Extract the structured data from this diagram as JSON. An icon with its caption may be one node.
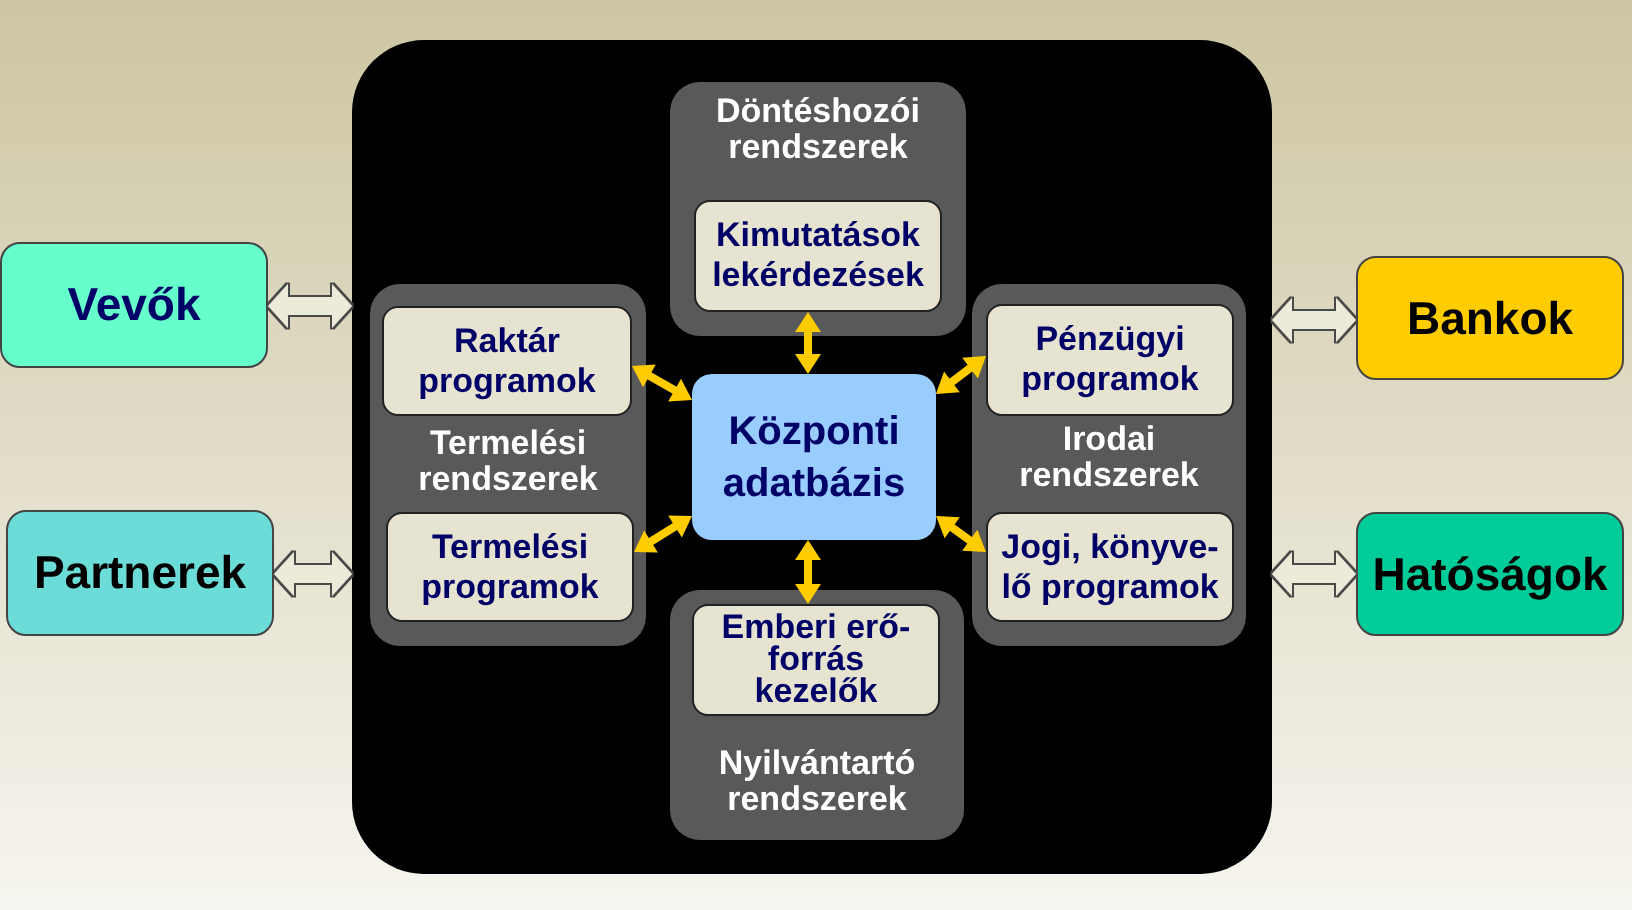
{
  "diagram": {
    "nodes": [
      {
        "text": [
          "Vevők"
        ]
      },
      {
        "text": [
          "Partnerek"
        ]
      },
      {
        "text": [],
        "shape": "box"
      },
      {
        "text": [
          "Döntéshozói rendszerek"
        ],
        "in": 2
      },
      {
        "text": [
          "Kimutatások lekérdezések"
        ],
        "in": 3
      },
      {
        "text": [
          "Termelési rendszerek"
        ],
        "in": 2
      },
      {
        "text": [
          "Raktár programok"
        ],
        "in": 5
      },
      {
        "text": [
          "Termelési programok"
        ],
        "in": 5
      },
      {
        "text": [
          "Irodai rendszerek"
        ],
        "in": 2
      },
      {
        "text": [
          "Pénzügyi programok"
        ],
        "in": 8
      },
      {
        "text": [
          "Jogi, könyve-lő programok"
        ],
        "in": 8
      },
      {
        "text": [
          "Nyilvántartó rendszerek"
        ],
        "in": 2
      },
      {
        "text": [
          "Emberi erő-forrás kezelők"
        ],
        "in": 11
      },
      {
        "text": [
          "Központi adatbázis"
        ],
        "in": 2
      },
      {
        "text": [
          "Bankok"
        ]
      },
      {
        "text": [
          "Hatóságok"
        ]
      }
    ],
    "edges": [
      {
        "from": 0,
        "to": 2,
        "arrow": "both",
        "style": "thick",
        "color": "#ecead9"
      },
      {
        "from": 1,
        "to": 2,
        "arrow": "both",
        "style": "thick",
        "color": "#ecead9"
      },
      {
        "from": 4,
        "to": 13,
        "arrow": "both"
      },
      {
        "from": 6,
        "to": 13,
        "arrow": "both"
      },
      {
        "from": 9,
        "to": 13,
        "arrow": "both"
      },
      {
        "from": 7,
        "to": 13,
        "arrow": "both"
      },
      {
        "from": 10,
        "to": 13,
        "arrow": "both"
      },
      {
        "from": 12,
        "to": 13,
        "arrow": "both"
      },
      {
        "from": 2,
        "to": 14,
        "arrow": "both",
        "style": "thick",
        "color": "#ecead9"
      },
      {
        "from": 2,
        "to": 15,
        "arrow": "both",
        "style": "thick",
        "color": "#ecead9"
      }
    ]
  }
}
